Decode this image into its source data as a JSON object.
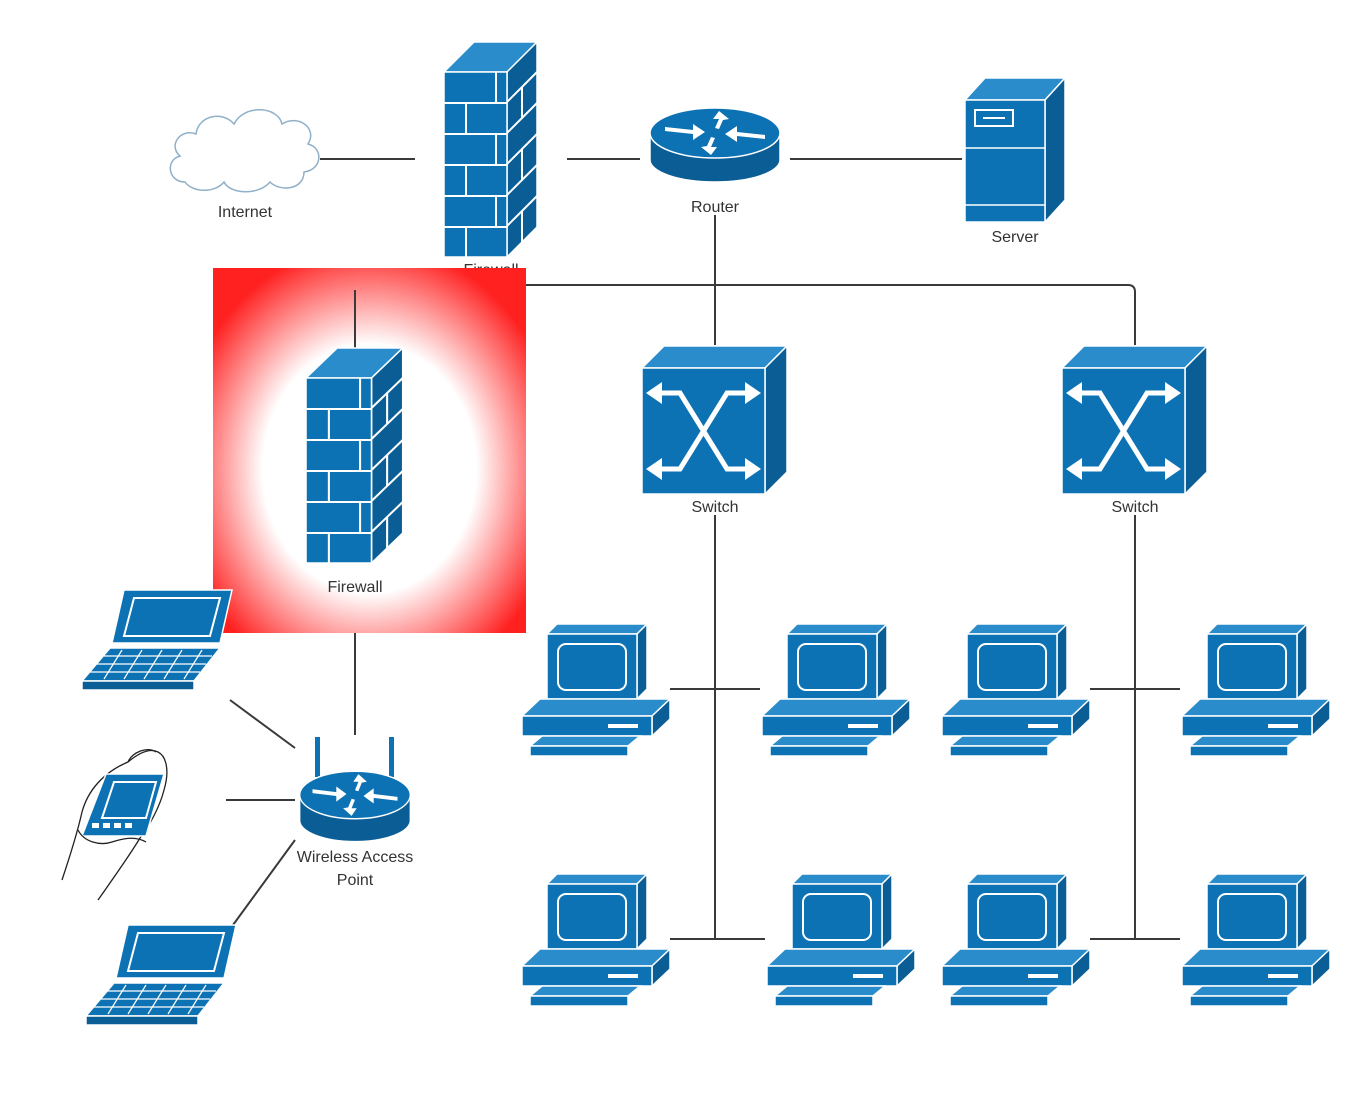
{
  "colors": {
    "device": "#0d72b4",
    "device_dark": "#0a5d95",
    "device_light": "#2a8ccb",
    "line": "#3a3a3a",
    "highlight": "#ff2020",
    "cloud_stroke": "#8fb0c8"
  },
  "labels": {
    "internet": "Internet",
    "firewall_top": "Firewall",
    "router": "Router",
    "server": "Server",
    "firewall_inner": "Firewall",
    "switch_left": "Switch",
    "switch_right": "Switch",
    "wap_line1": "Wireless Access",
    "wap_line2": "Point"
  },
  "devices": {
    "cloud": "cloud-icon",
    "firewall": "firewall-icon",
    "router": "router-icon",
    "server": "server-icon",
    "switch": "switch-icon",
    "wireless_access_point": "wireless-access-point-icon",
    "laptop": "laptop-icon",
    "handheld": "handheld-device-icon",
    "workstation": "workstation-icon"
  }
}
